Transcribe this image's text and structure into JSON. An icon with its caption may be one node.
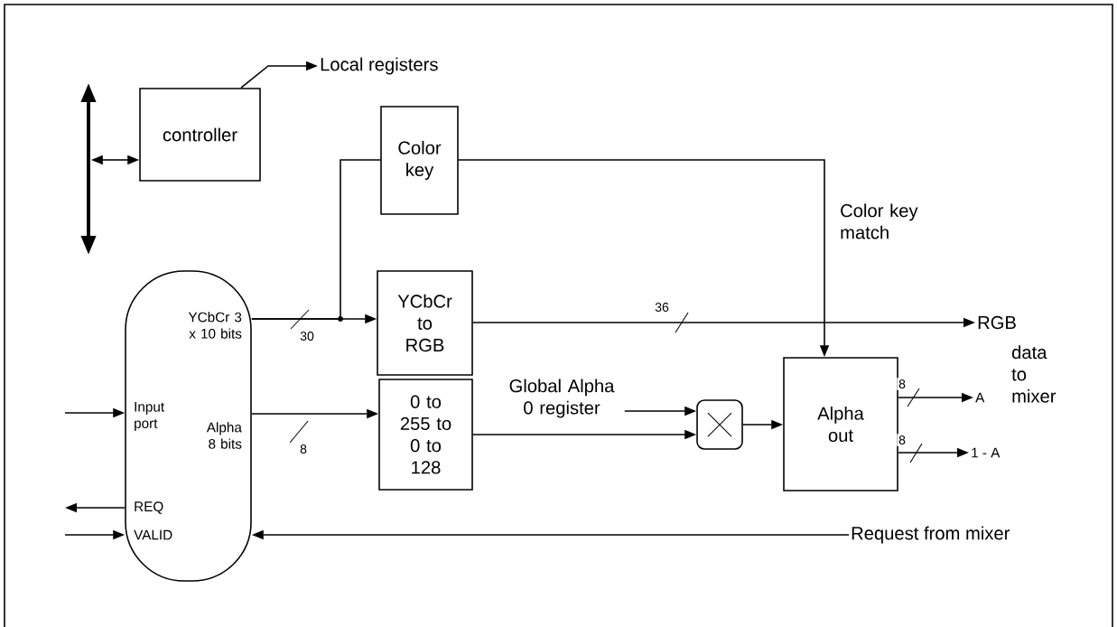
{
  "diagram": {
    "nodes": [
      {
        "text": [],
        "shape": "bar"
      },
      {
        "text": [
          "controller"
        ]
      },
      {
        "text": [
          "Local registers"
        ]
      },
      {
        "text": [
          "Color key"
        ]
      },
      {
        "text": [
          "YCbCr 3 x 10 bits",
          "Input port",
          "Alpha 8 bits",
          "REQ",
          "VALID"
        ]
      },
      {
        "text": [
          "YCbCr to RGB"
        ]
      },
      {
        "text": [
          "0 to 255 to 0 to 128"
        ]
      },
      {
        "text": [
          "RGB"
        ]
      },
      {
        "text": [
          "Global Alpha 0 register"
        ]
      },
      {
        "text": [],
        "shape": "box"
      },
      {
        "text": [
          "Alpha out"
        ]
      },
      {
        "text": [
          "A"
        ]
      },
      {
        "text": [
          "1 - A"
        ]
      },
      {
        "text": [
          "Request from mixer"
        ]
      }
    ],
    "edges": [
      {
        "from": 0,
        "to": 1,
        "arrow": "both"
      },
      {
        "from": 1,
        "to": 2,
        "arrow": "to"
      },
      {
        "from": 4,
        "to": 5,
        "arrow": "to",
        "label": "30"
      },
      {
        "from": 4,
        "to": 3,
        "arrow": "none"
      },
      {
        "from": 3,
        "to": 10,
        "arrow": "to",
        "label": "Color key match"
      },
      {
        "from": 4,
        "to": 6,
        "arrow": "to",
        "label": "8"
      },
      {
        "from": 5,
        "to": 7,
        "arrow": "to",
        "label": "36"
      },
      {
        "from": 6,
        "to": 9,
        "arrow": "to"
      },
      {
        "from": 8,
        "to": 9,
        "arrow": "to"
      },
      {
        "from": 9,
        "to": 10,
        "arrow": "to"
      },
      {
        "from": 10,
        "to": 11,
        "arrow": "to",
        "label": "8"
      },
      {
        "from": 10,
        "to": 12,
        "arrow": "to",
        "label": "8"
      },
      {
        "from": 13,
        "to": 4,
        "arrow": "to"
      },
      {
        "from": null,
        "to": 4,
        "arrow": "to"
      },
      {
        "from": 4,
        "to": null,
        "arrow": "to"
      },
      {
        "from": null,
        "to": 4,
        "arrow": "to"
      }
    ],
    "labels": [
      "data to mixer"
    ]
  }
}
